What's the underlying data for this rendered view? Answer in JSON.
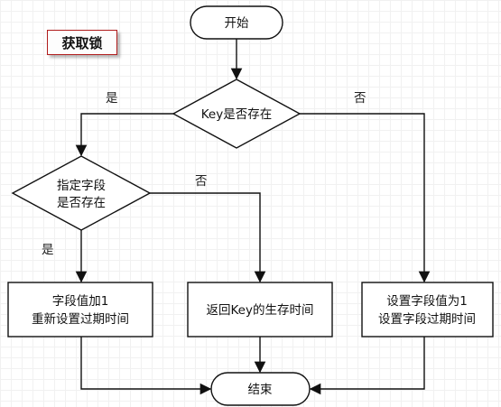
{
  "title": "获取锁",
  "nodes": {
    "start": "开始",
    "key_exists": "Key是否存在",
    "field_exists_line1": "指定字段",
    "field_exists_line2": "是否存在",
    "increment_line1": "字段值加1",
    "increment_line2": "重新设置过期时间",
    "return_ttl": "返回Key的生存时间",
    "set_field_line1": "设置字段值为1",
    "set_field_line2": "设置字段过期时间",
    "end": "结束"
  },
  "edges": {
    "key_yes": "是",
    "key_no": "否",
    "field_yes": "是",
    "field_no": "否"
  },
  "colors": {
    "stroke": "#111111",
    "title_border": "#b01c1c"
  }
}
